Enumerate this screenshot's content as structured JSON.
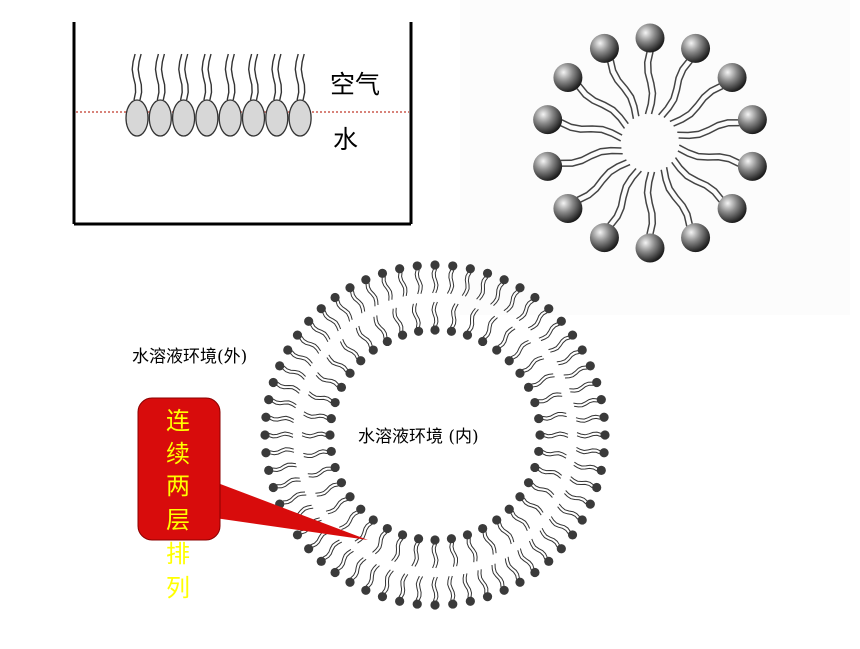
{
  "beaker": {
    "label_air": "空气",
    "label_water": "水"
  },
  "bilayer": {
    "label_outer": "水溶液环境(外)",
    "label_inner": "水溶液环境 (内)",
    "callout_lines": [
      "连",
      "续",
      "两",
      "层",
      "排",
      "列"
    ]
  },
  "colors": {
    "callout_fill": "#d80c0c",
    "callout_text_inside": "#ffff00",
    "callout_text_outside": "#ffff00",
    "waterline": "#c0392b"
  }
}
